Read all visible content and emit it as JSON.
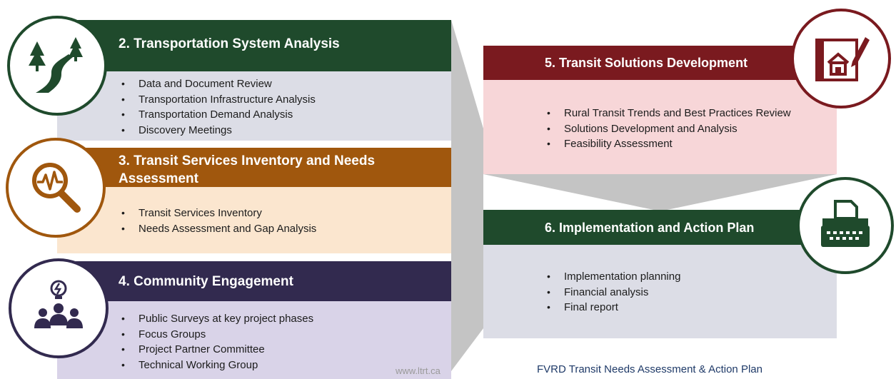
{
  "panels": {
    "transportation_system_analysis": {
      "title": "2. Transportation System Analysis",
      "items": [
        "Data and Document Review",
        "Transportation Infrastructure Analysis",
        "Transportation Demand Analysis",
        "Discovery Meetings"
      ],
      "header_color": "#1f4a2c",
      "body_color": "#dcdde6",
      "icon": "road-trees-icon"
    },
    "transit_services_inventory": {
      "title_line1": "3. Transit Services Inventory and Needs",
      "title_line2": "Assessment",
      "items": [
        "Transit Services Inventory",
        "Needs Assessment and Gap Analysis"
      ],
      "header_color": "#a0570d",
      "body_color": "#fbe6cf",
      "icon": "magnifier-pulse-icon"
    },
    "community_engagement": {
      "title": "4. Community Engagement",
      "items": [
        "Public Surveys at key project phases",
        "Focus Groups",
        "Project Partner Committee",
        "Technical Working Group"
      ],
      "header_color": "#322a4f",
      "body_color": "#d9d3e8",
      "icon": "people-idea-icon"
    },
    "transit_solutions_development": {
      "title": "5. Transit Solutions Development",
      "items": [
        "Rural Transit Trends and Best Practices Review",
        "Solutions Development and Analysis",
        "Feasibility Assessment"
      ],
      "header_color": "#7a1a1f",
      "body_color": "#f7d6d8",
      "icon": "blueprint-house-icon"
    },
    "implementation_action_plan": {
      "title": "6. Implementation and Action Plan",
      "items": [
        "Implementation planning",
        "Financial analysis",
        "Final report"
      ],
      "header_color": "#1f4a2c",
      "body_color": "#dcdde6",
      "icon": "typewriter-icon"
    }
  },
  "connector_color": "#c4c4c4",
  "watermark": "www.ltrt.ca",
  "footer_caption": "FVRD Transit Needs Assessment & Action Plan"
}
